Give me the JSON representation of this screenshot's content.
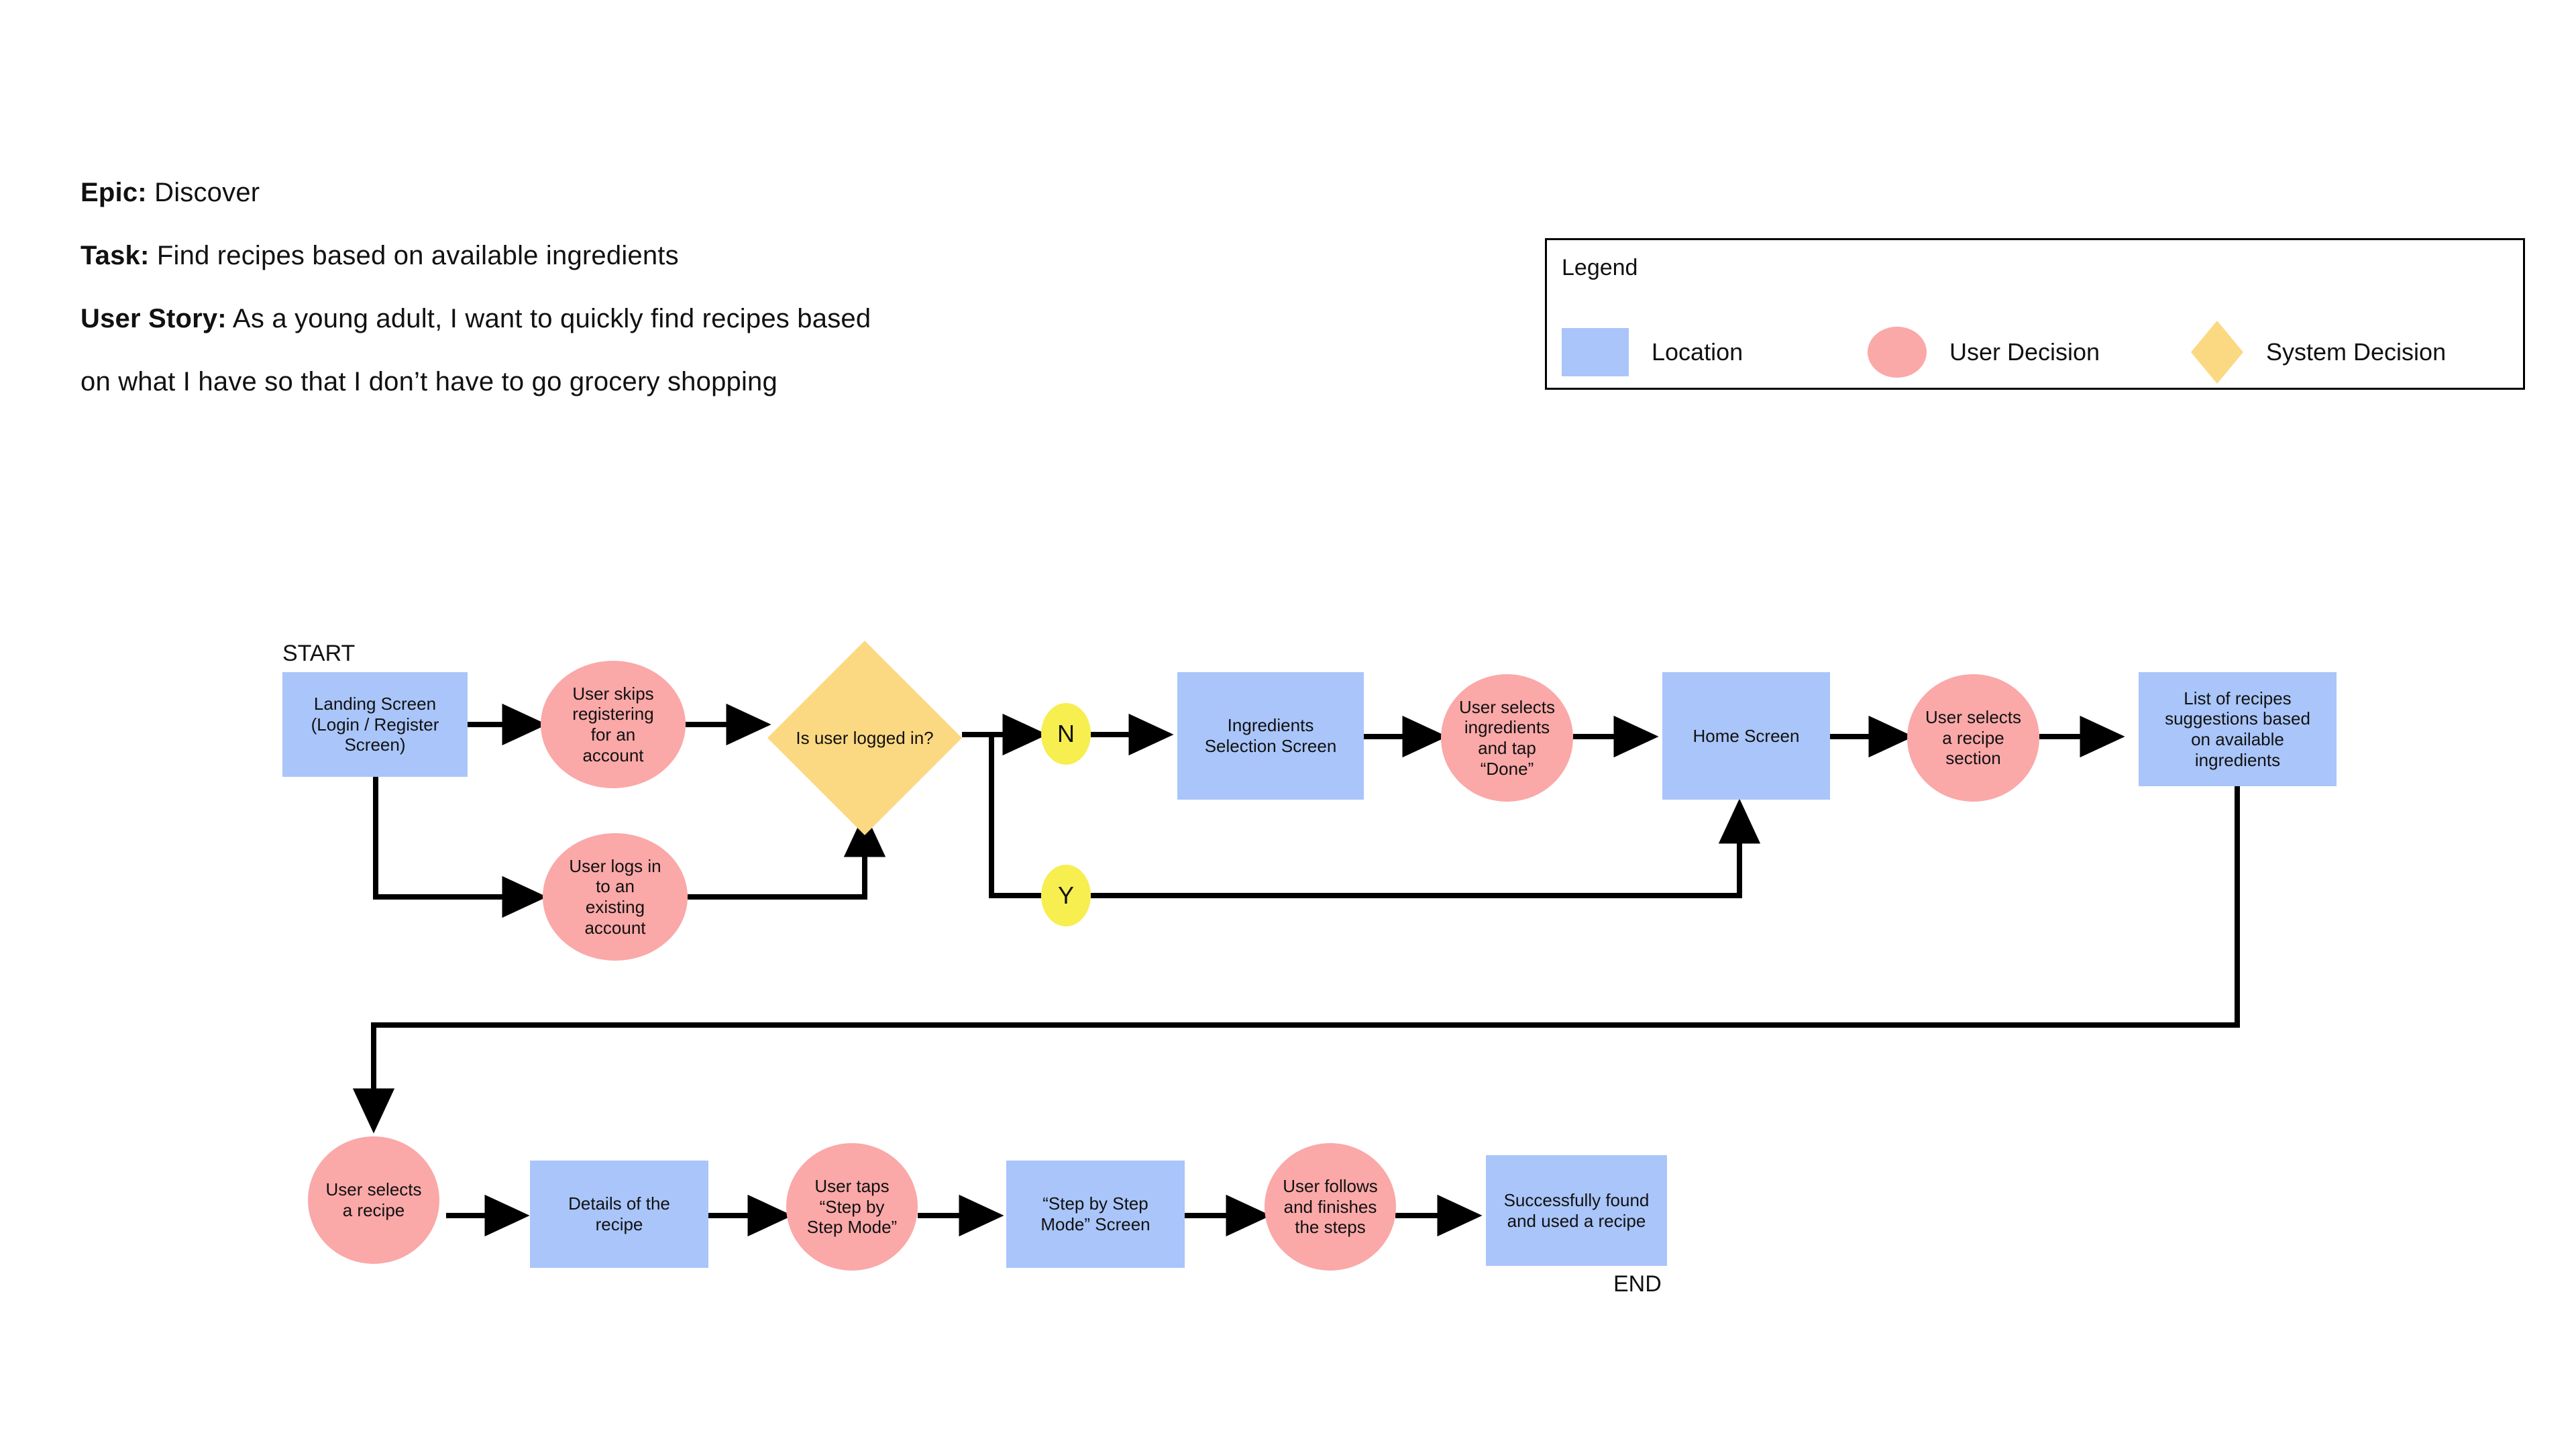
{
  "header": {
    "lines": [
      {
        "label": "Epic:",
        "text": " Discover"
      },
      {
        "label": "Task:",
        "text": " Find recipes based on available ingredients"
      },
      {
        "label": "User Story:",
        "text": " As a young adult, I want to quickly find recipes based"
      },
      {
        "label": "",
        "text": "on what I have so that I don’t have to go grocery shopping"
      }
    ]
  },
  "legend": {
    "title": "Legend",
    "items": [
      {
        "shape": "rect",
        "label": "Location",
        "color": "#a9c5f9"
      },
      {
        "shape": "ellipse",
        "label": "User Decision",
        "color": "#fba8a8"
      },
      {
        "shape": "diamond",
        "label": "System Decision",
        "color": "#fbd982"
      }
    ]
  },
  "captions": {
    "start": "START",
    "end": "END"
  },
  "colors": {
    "location": "#a9c5f9",
    "user_decision": "#fba8a8",
    "system_decision": "#fbd982",
    "yes_no": "#f7ee50",
    "connector": "#000000",
    "text": "#111111",
    "background": "#ffffff"
  },
  "flow": {
    "nodes": [
      {
        "id": "landing",
        "type": "location",
        "text": "Landing Screen\n(Login / Register\nScreen)"
      },
      {
        "id": "skip",
        "type": "user_decision",
        "text": "User skips\nregistering\nfor an\naccount"
      },
      {
        "id": "login",
        "type": "user_decision",
        "text": "User logs in\nto an\nexisting\naccount"
      },
      {
        "id": "isloggedin",
        "type": "system_decision",
        "text": "Is user logged in?"
      },
      {
        "id": "branch_n",
        "type": "yes_no",
        "text": "N"
      },
      {
        "id": "branch_y",
        "type": "yes_no",
        "text": "Y"
      },
      {
        "id": "ingredients",
        "type": "location",
        "text": "Ingredients\nSelection Screen"
      },
      {
        "id": "selects_ing",
        "type": "user_decision",
        "text": "User selects\ningredients\nand tap\n“Done”"
      },
      {
        "id": "home",
        "type": "location",
        "text": "Home Screen"
      },
      {
        "id": "recipe_sect",
        "type": "user_decision",
        "text": "User selects\na recipe\nsection"
      },
      {
        "id": "recipe_list",
        "type": "location",
        "text": "List of recipes\nsuggestions based\non available\ningredients"
      },
      {
        "id": "select_recipe",
        "type": "user_decision",
        "text": "User selects\na recipe"
      },
      {
        "id": "details",
        "type": "location",
        "text": "Details of the\nrecipe"
      },
      {
        "id": "taps_sbs",
        "type": "user_decision",
        "text": "User taps\n“Step by\nStep Mode”"
      },
      {
        "id": "sbs_screen",
        "type": "location",
        "text": "“Step by Step\nMode” Screen"
      },
      {
        "id": "follows",
        "type": "user_decision",
        "text": "User follows\nand finishes\nthe steps"
      },
      {
        "id": "success",
        "type": "location",
        "text": "Successfully found\nand used a recipe"
      }
    ],
    "edges": [
      {
        "from": "landing",
        "to": "skip"
      },
      {
        "from": "landing",
        "to": "login"
      },
      {
        "from": "skip",
        "to": "isloggedin"
      },
      {
        "from": "login",
        "to": "isloggedin"
      },
      {
        "from": "isloggedin",
        "to": "branch_n",
        "label": "N"
      },
      {
        "from": "isloggedin",
        "to": "branch_y",
        "label": "Y"
      },
      {
        "from": "branch_n",
        "to": "ingredients"
      },
      {
        "from": "ingredients",
        "to": "selects_ing"
      },
      {
        "from": "selects_ing",
        "to": "home"
      },
      {
        "from": "branch_y",
        "to": "home"
      },
      {
        "from": "home",
        "to": "recipe_sect"
      },
      {
        "from": "recipe_sect",
        "to": "recipe_list"
      },
      {
        "from": "recipe_list",
        "to": "select_recipe"
      },
      {
        "from": "select_recipe",
        "to": "details"
      },
      {
        "from": "details",
        "to": "taps_sbs"
      },
      {
        "from": "taps_sbs",
        "to": "sbs_screen"
      },
      {
        "from": "sbs_screen",
        "to": "follows"
      },
      {
        "from": "follows",
        "to": "success"
      }
    ]
  }
}
